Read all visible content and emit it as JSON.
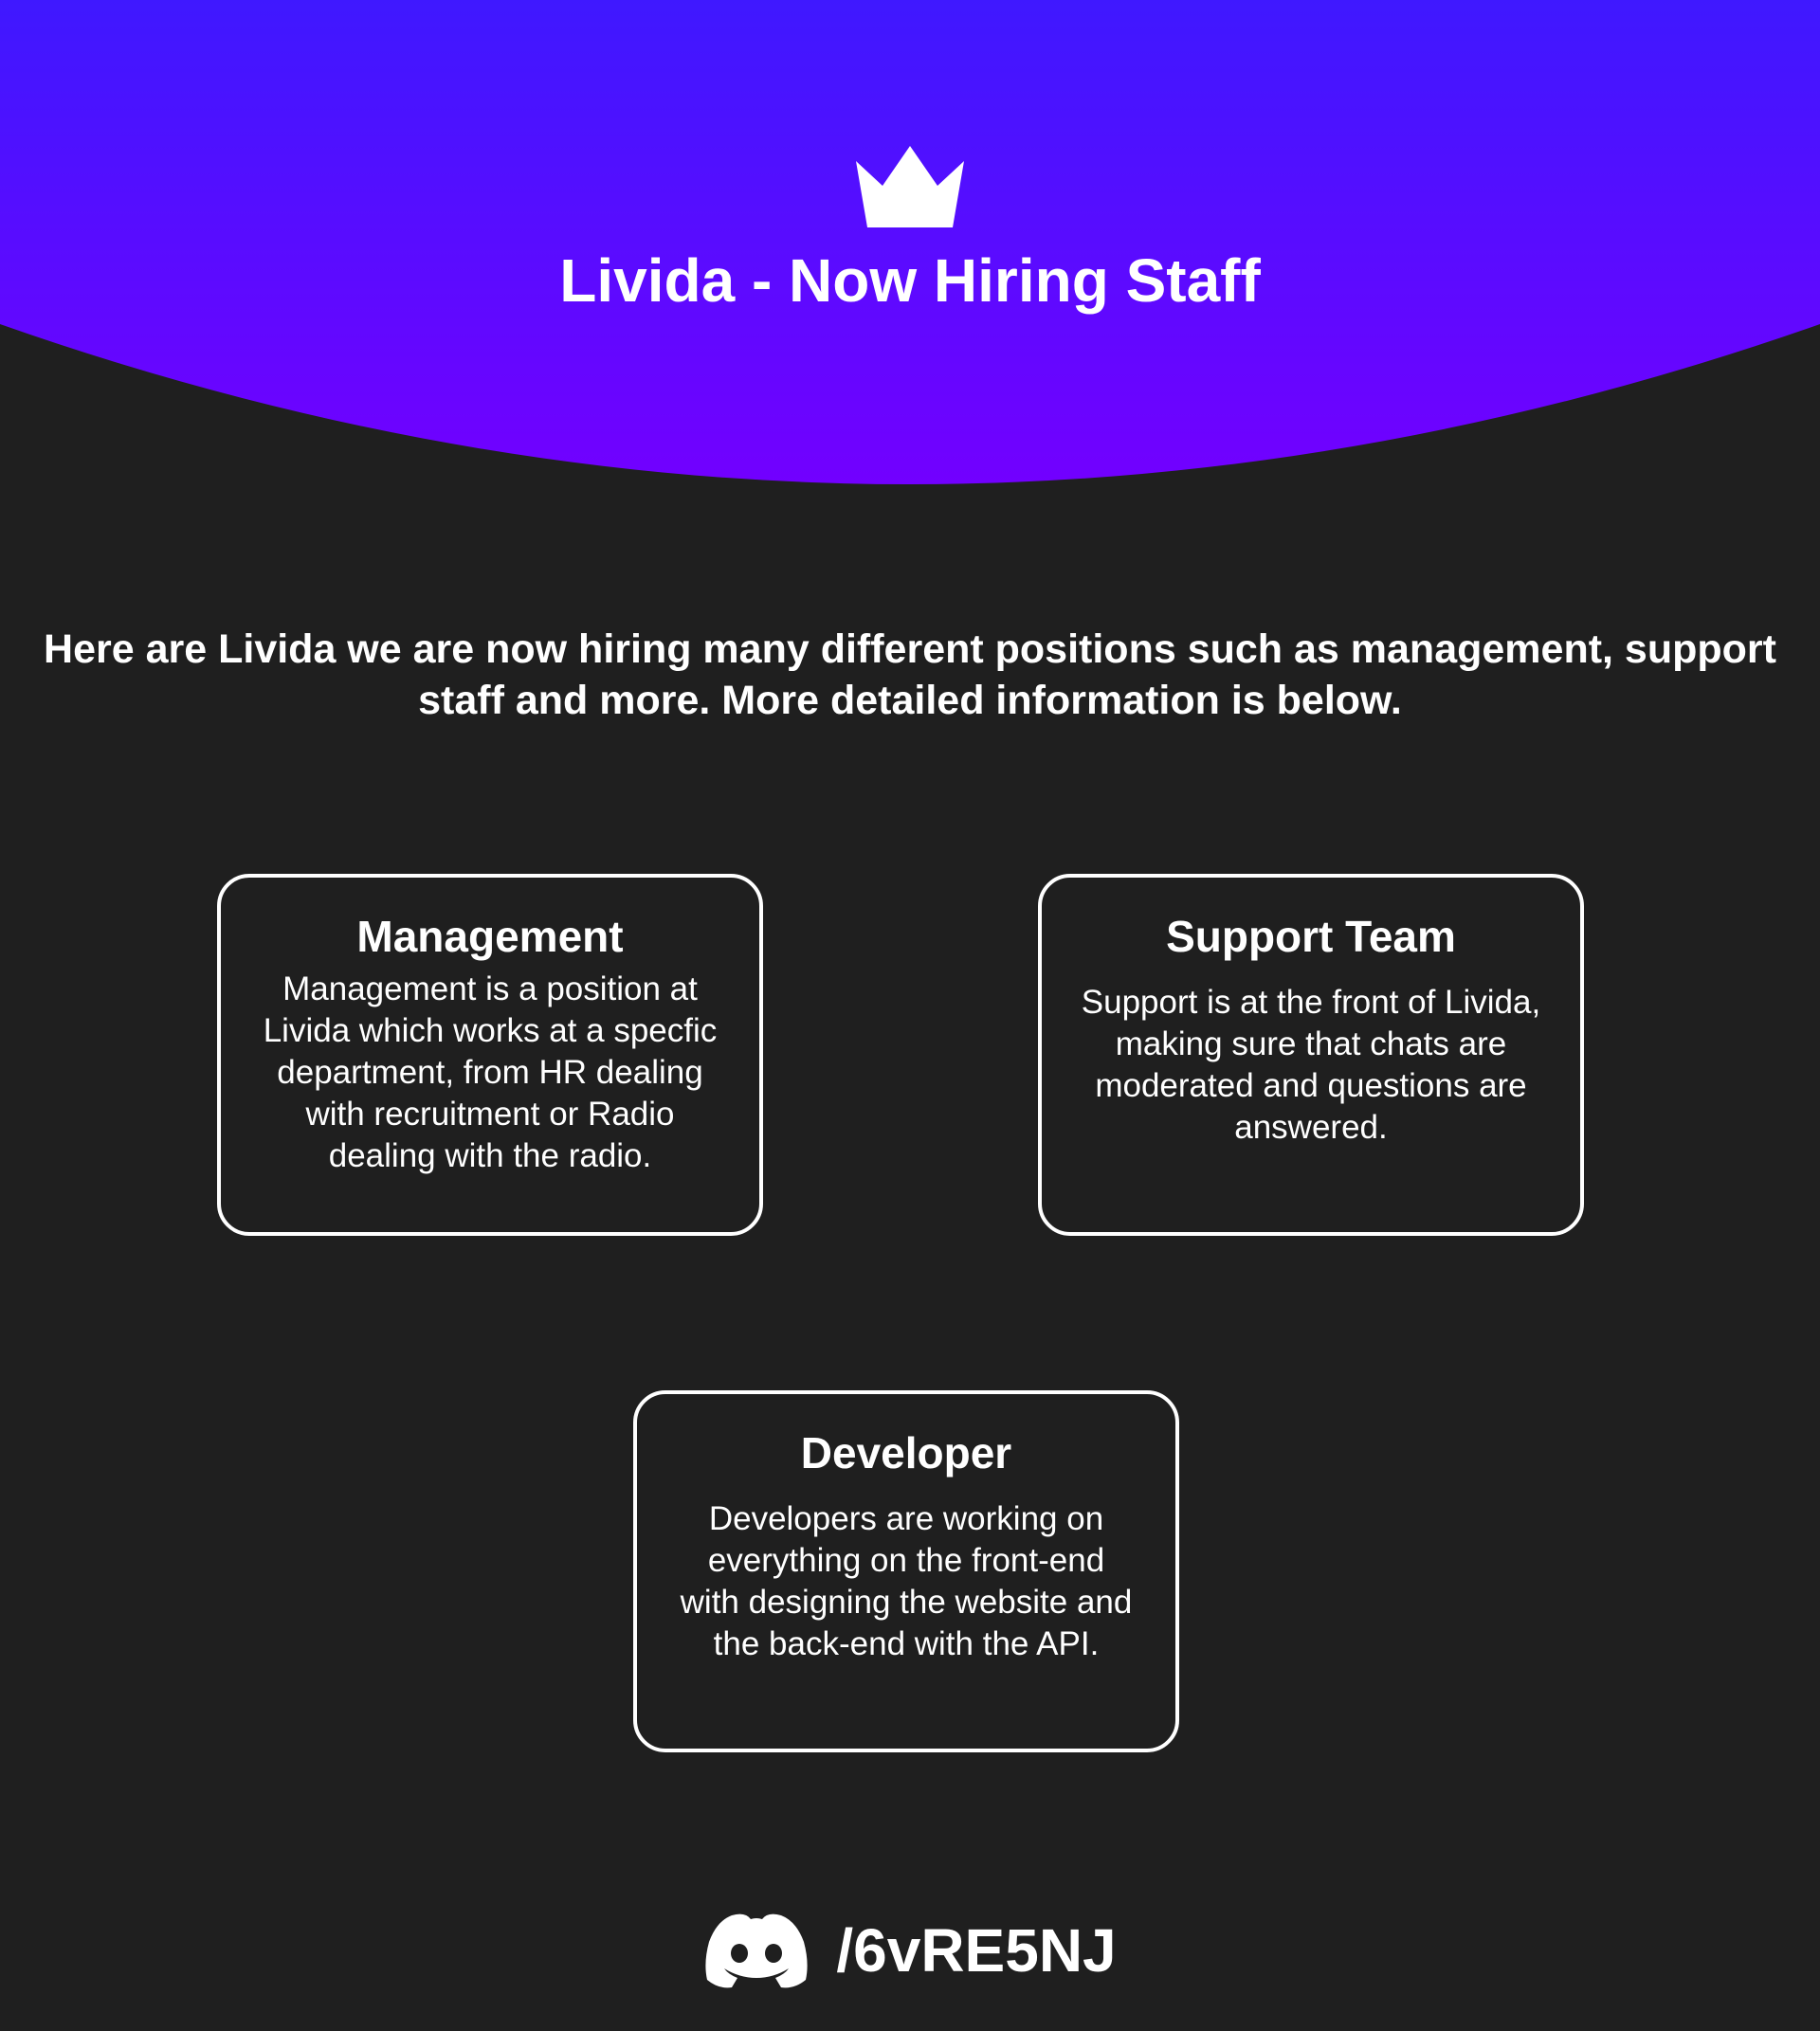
{
  "header": {
    "logo_icon": "crown-icon",
    "title": "Livida - Now Hiring Staff",
    "gradient_top": "#3f18ff",
    "gradient_bottom": "#7200ff"
  },
  "intro": "Here are Livida we are now hiring many different positions such as management, support staff and more. More detailed information is below.",
  "cards": [
    {
      "title": "Management",
      "description": "Management is a position at Livida which works at a specfic department, from HR dealing with recruitment or Radio dealing with the radio."
    },
    {
      "title": "Support Team",
      "description": "Support is at the front of Livida, making sure that chats are moderated and questions are answered."
    },
    {
      "title": "Developer",
      "description": "Developers are working on everything on the front-end with designing the website and the back-end with the API."
    }
  ],
  "footer": {
    "icon": "discord-icon",
    "invite": "/6vRE5NJ"
  },
  "colors": {
    "background": "#1f1f1f",
    "text": "#ffffff",
    "card_border": "#ffffff"
  }
}
